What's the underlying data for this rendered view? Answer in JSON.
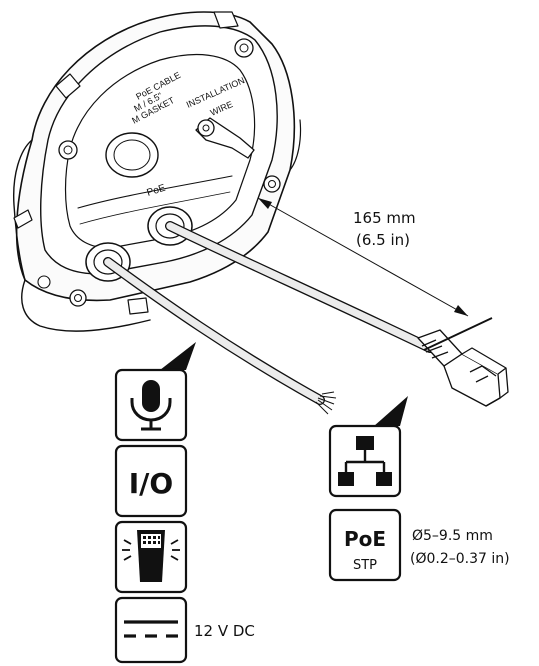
{
  "housing": {
    "label_cable_line1": "PoE CABLE",
    "label_cable_line2": "M / 6.5\"",
    "label_cable_line3": "M GASKET",
    "label_install_line1": "INSTALLATION",
    "label_install_line2": "WIRE",
    "label_poe": "PoE"
  },
  "dimension": {
    "length_mm": "165 mm",
    "length_in": "(6.5 in)"
  },
  "icons": {
    "audio": "microphone-icon",
    "io": "I/O",
    "remote": "remote-control-icon",
    "power": "dc-power-icon",
    "power_label": "12 V DC",
    "network": "network-icon",
    "poe_title": "PoE",
    "poe_sub": "STP",
    "poe_diam_mm": "Ø5–9.5 mm",
    "poe_diam_in": "(Ø0.2–0.37 in)"
  },
  "colors": {
    "ink": "#111111",
    "cable_fill": "#ececec",
    "background": "#ffffff"
  }
}
